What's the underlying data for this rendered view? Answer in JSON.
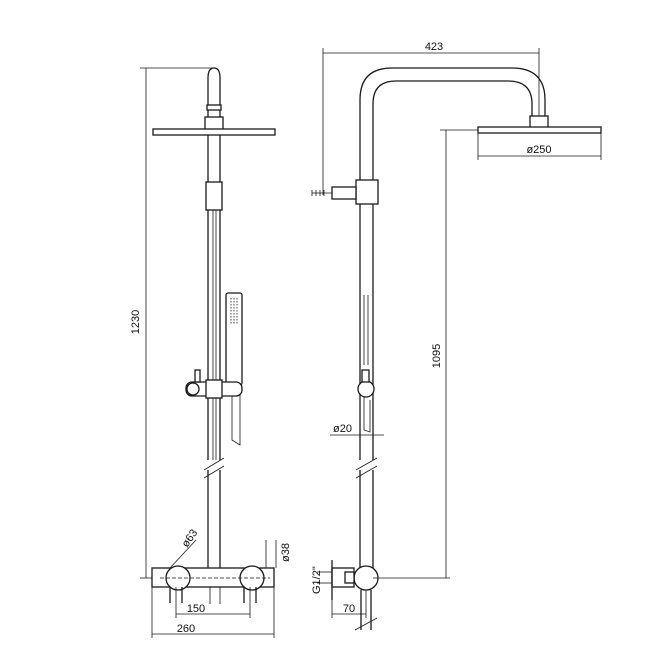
{
  "dimensions": {
    "head_reach": "423",
    "head_diameter": "ø250",
    "total_height": "1230",
    "outlet_height": "1095",
    "pipe_diameter": "ø20",
    "knob_diameter": "ø63",
    "body_diameter": "ø38",
    "inlet_thread": "G1/2\"",
    "wall_offset": "70",
    "inlet_centres": "150",
    "mixer_width": "260"
  },
  "colors": {
    "line": "#1a1a1a",
    "background": "#ffffff"
  }
}
